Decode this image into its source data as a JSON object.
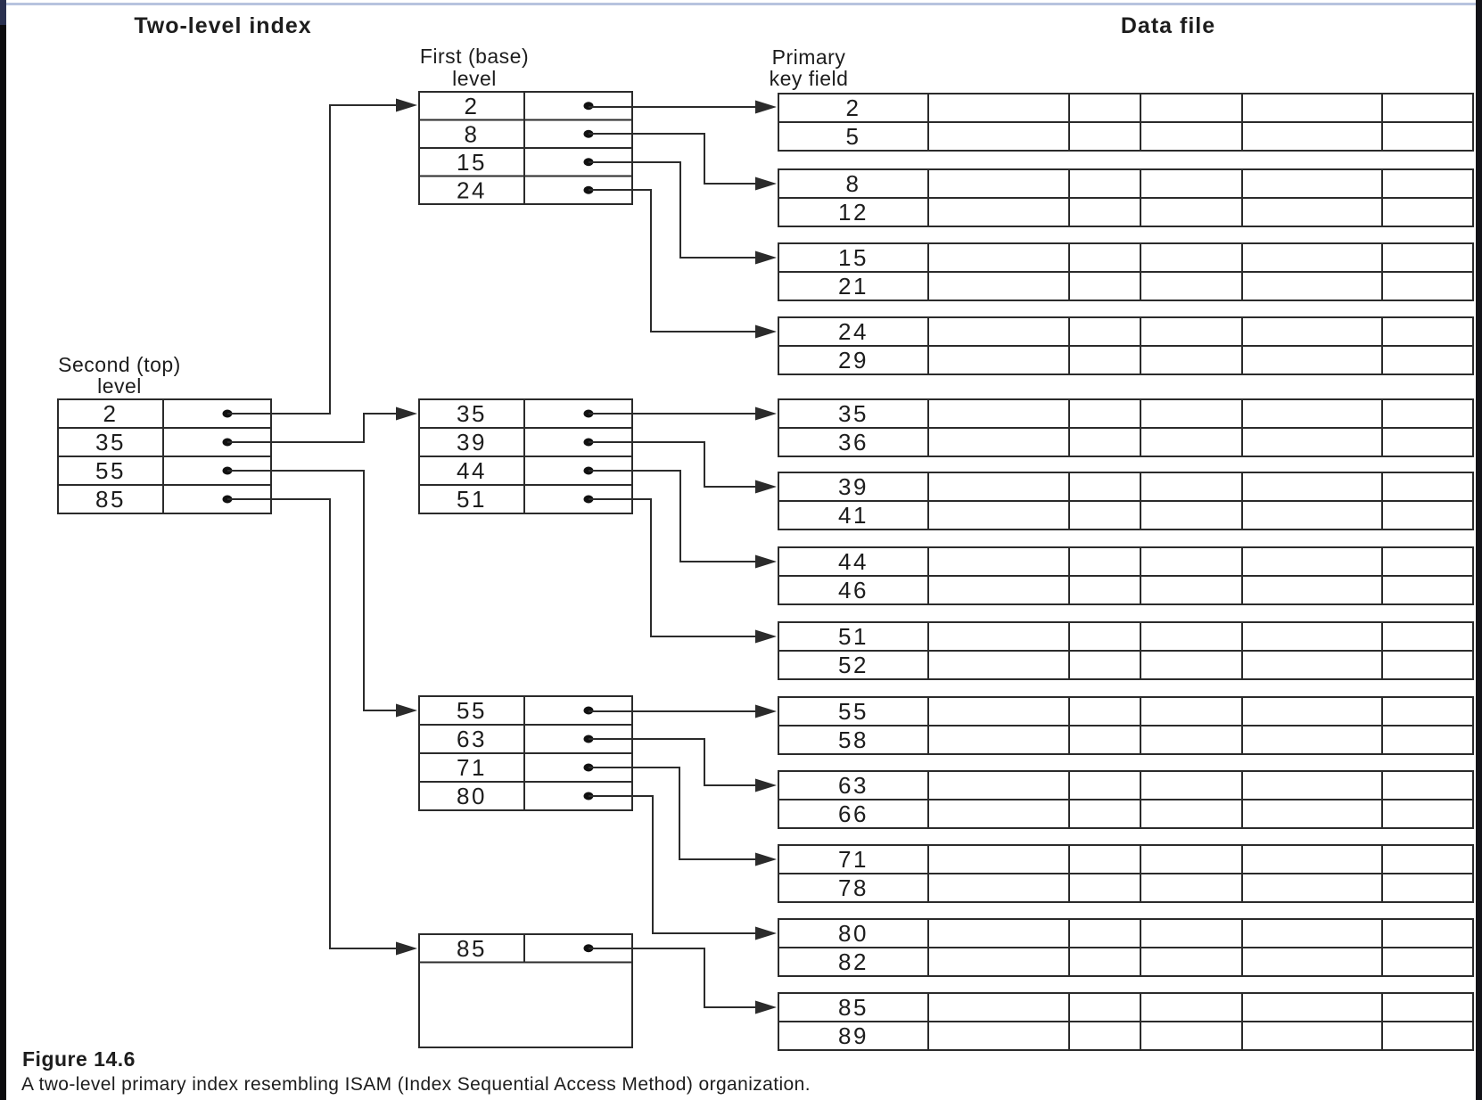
{
  "page": {
    "title": "Two-level index",
    "data_file_title": "Data file",
    "first_level_label_line1": "First (base)",
    "first_level_label_line2": "level",
    "second_level_label_line1": "Second (top)",
    "second_level_label_line2": "level",
    "primary_key_label_line1": "Primary",
    "primary_key_label_line2": "key field"
  },
  "second_level_block": {
    "keys": [
      "2",
      "35",
      "55",
      "85"
    ]
  },
  "first_level_blocks": [
    {
      "keys": [
        "2",
        "8",
        "15",
        "24"
      ]
    },
    {
      "keys": [
        "35",
        "39",
        "44",
        "51"
      ]
    },
    {
      "keys": [
        "55",
        "63",
        "71",
        "80"
      ]
    },
    {
      "keys": [
        "85"
      ]
    }
  ],
  "data_blocks": [
    {
      "keys": [
        "2",
        "5"
      ]
    },
    {
      "keys": [
        "8",
        "12"
      ]
    },
    {
      "keys": [
        "15",
        "21"
      ]
    },
    {
      "keys": [
        "24",
        "29"
      ]
    },
    {
      "keys": [
        "35",
        "36"
      ]
    },
    {
      "keys": [
        "39",
        "41"
      ]
    },
    {
      "keys": [
        "44",
        "46"
      ]
    },
    {
      "keys": [
        "51",
        "52"
      ]
    },
    {
      "keys": [
        "55",
        "58"
      ]
    },
    {
      "keys": [
        "63",
        "66"
      ]
    },
    {
      "keys": [
        "71",
        "78"
      ]
    },
    {
      "keys": [
        "80",
        "82"
      ]
    },
    {
      "keys": [
        "85",
        "89"
      ]
    }
  ],
  "caption": {
    "figure_label": "Figure 14.6",
    "text": "A two-level primary index resembling ISAM (Index Sequential Access Method) organization."
  },
  "colors": {
    "line": "#2b2b2b",
    "text": "#1d1d1d",
    "accent_top_line": "#b7c3de",
    "left_bar_top": "#2a3150",
    "left_bar": "#0b0b0e",
    "right_bar": "#131318",
    "page_bg": "#ffffff"
  }
}
